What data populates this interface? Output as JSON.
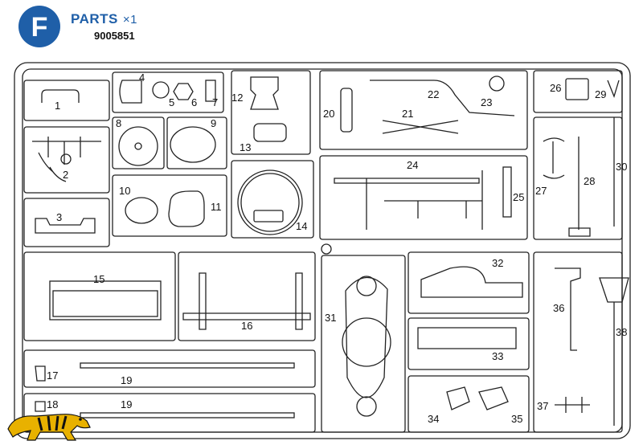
{
  "header": {
    "badge_letter": "F",
    "parts_label": "PARTS",
    "multiplier": "×1",
    "part_code": "9005851",
    "badge_color": "#1f5fa8"
  },
  "parts": [
    {
      "id": "1",
      "label": "1"
    },
    {
      "id": "2",
      "label": "2"
    },
    {
      "id": "3",
      "label": "3"
    },
    {
      "id": "4",
      "label": "4"
    },
    {
      "id": "5",
      "label": "5"
    },
    {
      "id": "6",
      "label": "6"
    },
    {
      "id": "7",
      "label": "7"
    },
    {
      "id": "8",
      "label": "8"
    },
    {
      "id": "9",
      "label": "9"
    },
    {
      "id": "10",
      "label": "10"
    },
    {
      "id": "11",
      "label": "11"
    },
    {
      "id": "12",
      "label": "12"
    },
    {
      "id": "13",
      "label": "13"
    },
    {
      "id": "14",
      "label": "14"
    },
    {
      "id": "15",
      "label": "15"
    },
    {
      "id": "16",
      "label": "16"
    },
    {
      "id": "17",
      "label": "17"
    },
    {
      "id": "18",
      "label": "18"
    },
    {
      "id": "19a",
      "label": "19"
    },
    {
      "id": "19b",
      "label": "19"
    },
    {
      "id": "20",
      "label": "20"
    },
    {
      "id": "21",
      "label": "21"
    },
    {
      "id": "22",
      "label": "22"
    },
    {
      "id": "23",
      "label": "23"
    },
    {
      "id": "24",
      "label": "24"
    },
    {
      "id": "25",
      "label": "25"
    },
    {
      "id": "26",
      "label": "26"
    },
    {
      "id": "27",
      "label": "27"
    },
    {
      "id": "28",
      "label": "28"
    },
    {
      "id": "29",
      "label": "29"
    },
    {
      "id": "30",
      "label": "30"
    },
    {
      "id": "31",
      "label": "31"
    },
    {
      "id": "32",
      "label": "32"
    },
    {
      "id": "33",
      "label": "33"
    },
    {
      "id": "34",
      "label": "34"
    },
    {
      "id": "35",
      "label": "35"
    },
    {
      "id": "36",
      "label": "36"
    },
    {
      "id": "37",
      "label": "37"
    },
    {
      "id": "38",
      "label": "38"
    }
  ],
  "logo": {
    "name": "tiger-logo-icon",
    "colors": [
      "#e8b100",
      "#111111"
    ]
  }
}
